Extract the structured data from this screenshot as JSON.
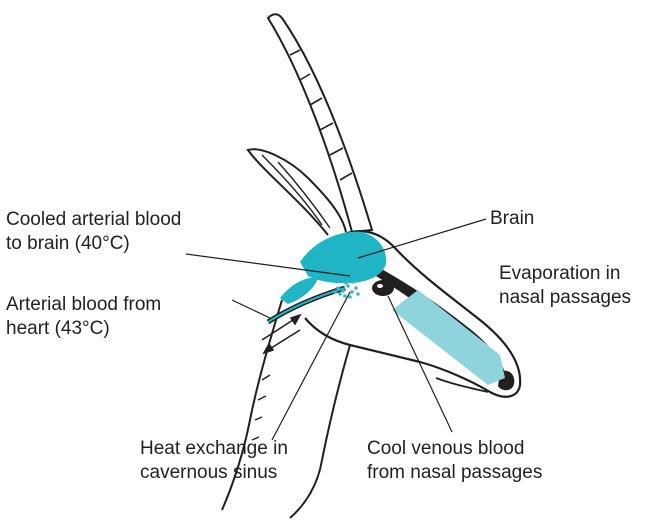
{
  "labels": {
    "cooled_arterial": {
      "line1": "Cooled arterial blood",
      "line2": "to brain (40°C)"
    },
    "arterial_heart": {
      "line1": "Arterial blood from",
      "line2": "heart (43°C)"
    },
    "brain": {
      "line1": "Brain"
    },
    "evaporation": {
      "line1": "Evaporation in",
      "line2": "nasal passages"
    },
    "heat_exchange": {
      "line1": "Heat exchange in",
      "line2": "cavernous sinus"
    },
    "cool_venous": {
      "line1": "Cool venous blood",
      "line2": "from nasal passages"
    }
  },
  "colors": {
    "outline": "#231f20",
    "brain_fill": "#1fb5c4",
    "nasal_fill": "#8fd3dc",
    "sinus_dots": "#3fb6c8"
  }
}
